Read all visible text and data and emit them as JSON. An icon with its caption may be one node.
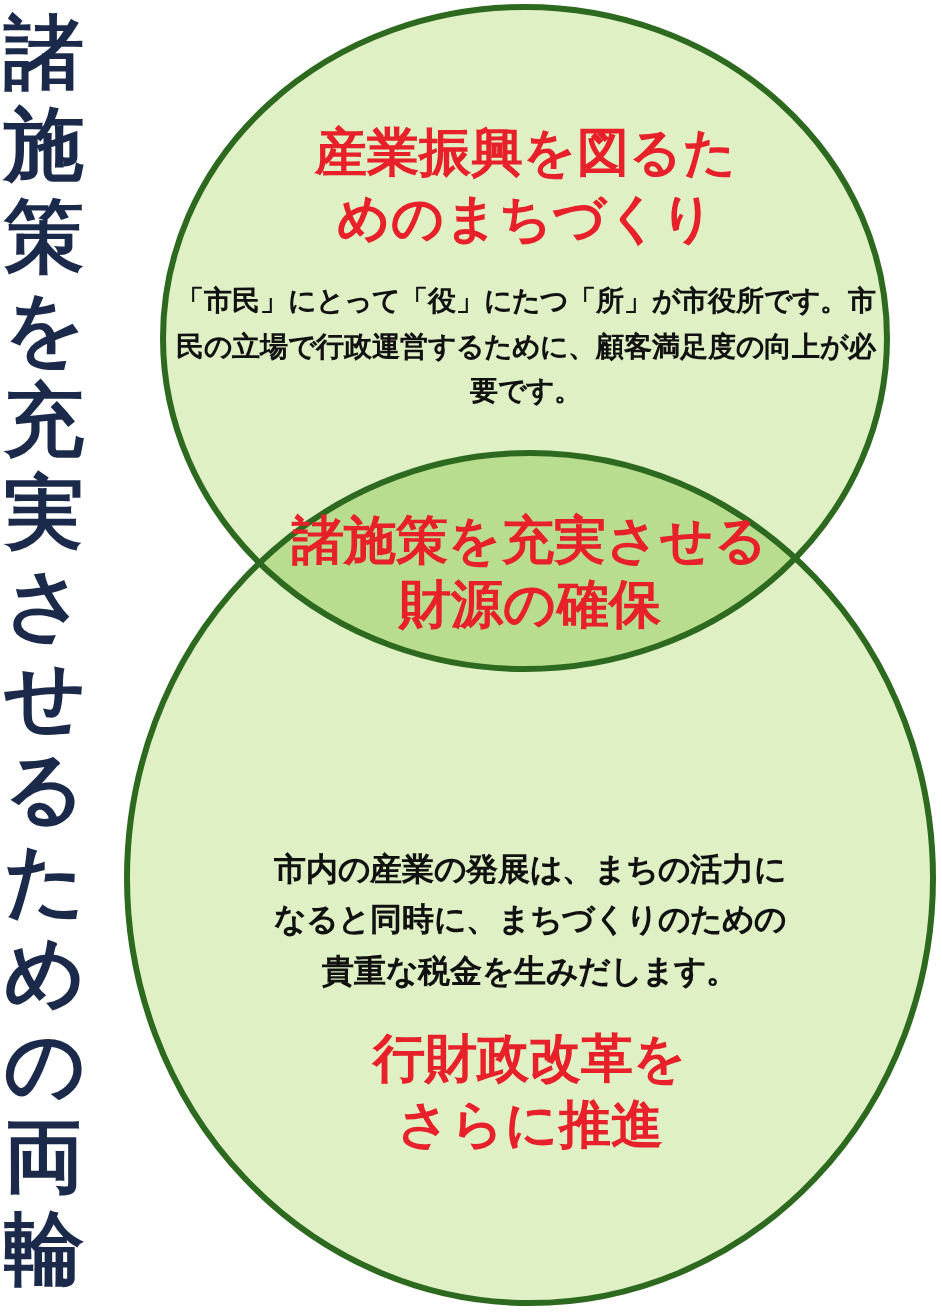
{
  "diagram": {
    "title": "諸施策を充実させるための両輪",
    "nodes": [
      {
        "text": [
          "産業振興を図るためのまちづくり",
          "「市民」にとって「役」にたつ「所」が市役所です。市民の立場で行政運営するために、顧客満足度の向上が必要です。"
        ]
      },
      {
        "text": [
          "市内の産業の発展は、まちの活力になると同時に、まちづくりのための貴重な税金を生みだします。",
          "行財政改革をさらに推進"
        ]
      },
      {
        "text": [
          "諸施策を充実させる財源の確保"
        ]
      }
    ]
  }
}
